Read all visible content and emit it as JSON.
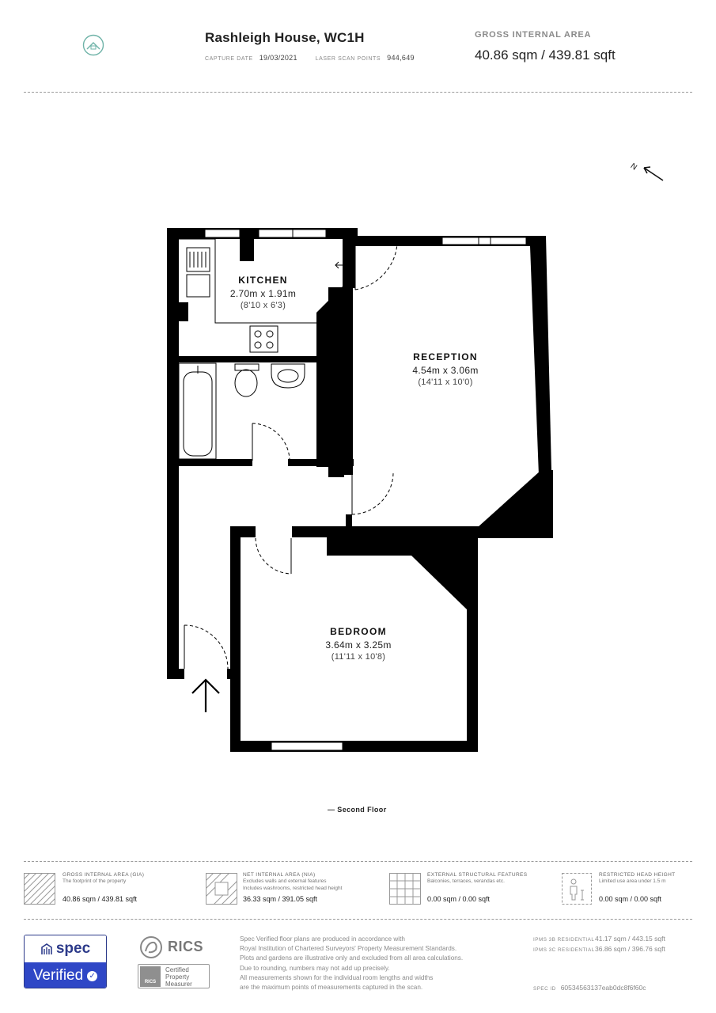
{
  "header": {
    "title": "Rashleigh House, WC1H",
    "capture_date_label": "CAPTURE DATE",
    "capture_date": "19/03/2021",
    "scan_points_label": "LASER SCAN POINTS",
    "scan_points": "944,649",
    "gia_label": "GROSS INTERNAL AREA",
    "gia_value": "40.86 sqm / 439.81 sqft"
  },
  "rooms": {
    "kitchen": {
      "name": "KITCHEN",
      "dims": "2.70m x 1.91m",
      "imperial": "(8'10 x 6'3)"
    },
    "reception": {
      "name": "RECEPTION",
      "dims": "4.54m x 3.06m",
      "imperial": "(14'11 x 10'0)"
    },
    "bedroom": {
      "name": "BEDROOM",
      "dims": "3.64m x 3.25m",
      "imperial": "(11'11 x 10'8)"
    }
  },
  "compass": {
    "label": "N"
  },
  "floor_label": "— Second Floor",
  "legend": [
    {
      "title": "GROSS INTERNAL AREA (GIA)",
      "desc": [
        "The footprint of the property"
      ],
      "value": "40.86 sqm / 439.81 sqft"
    },
    {
      "title": "NET INTERNAL AREA (NIA)",
      "desc": [
        "Excludes walls and external features",
        "Includes washrooms, restricted head height"
      ],
      "value": "36.33 sqm / 391.05 sqft"
    },
    {
      "title": "EXTERNAL STRUCTURAL FEATURES",
      "desc": [
        "Balconies, terraces, verandas etc."
      ],
      "value": "0.00 sqm / 0.00 sqft"
    },
    {
      "title": "RESTRICTED HEAD HEIGHT",
      "desc": [
        "Limited use area under 1.5 m"
      ],
      "value": "0.00 sqm / 0.00 sqft"
    }
  ],
  "footer": {
    "spec_brand": "spec",
    "spec_verified": "Verified",
    "rics_name": "RICS",
    "rics_mini": "RICS",
    "rics_badge": [
      "Certified",
      "Property",
      "Measurer"
    ],
    "disclaimer": [
      "Spec Verified floor plans are produced in accordance with",
      "Royal Institution of Chartered Surveyors' Property Measurement Standards.",
      "Plots and gardens are illustrative only and excluded from all area calculations.",
      "Due to rounding, numbers may not add up precisely.",
      "All measurements shown for the individual room lengths and widths",
      "are the maximum points of measurements captured in the scan."
    ],
    "ipms3b_label": "IPMS 3B RESIDENTIAL",
    "ipms3b_value": "41.17 sqm / 443.15 sqft",
    "ipms3c_label": "IPMS 3C RESIDENTIAL",
    "ipms3c_value": "36.86 sqm / 396.76 sqft",
    "spec_id_label": "SPEC ID",
    "spec_id": "60534563137eab0dc8f6f60c"
  }
}
